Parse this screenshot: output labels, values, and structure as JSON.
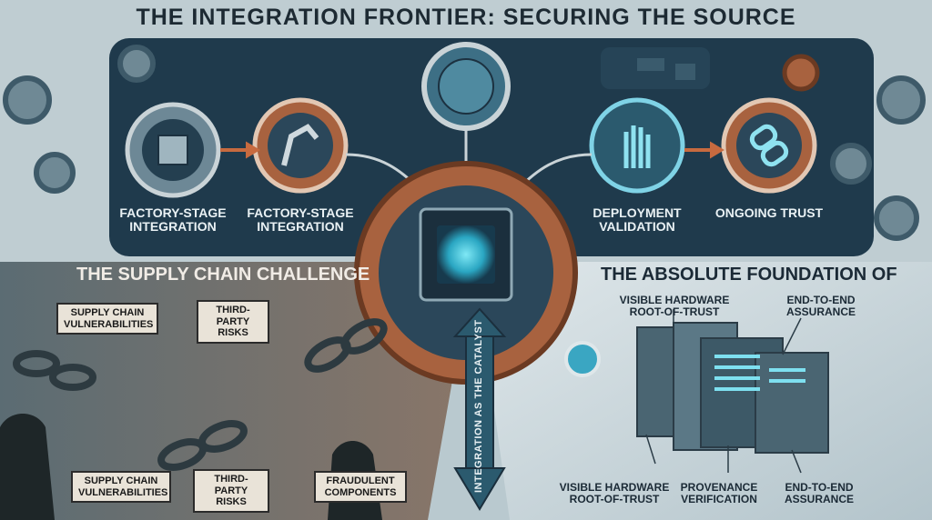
{
  "title": "THE INTEGRATION FRONTIER: SECURING THE SOURCE",
  "top_stages": [
    {
      "label": "FACTORY-STAGE INTEGRATION",
      "icon": "chip-icon"
    },
    {
      "label": "FACTORY-STAGE INTEGRATION",
      "icon": "robot-arm-icon"
    },
    {
      "label": "DEPLOYMENT VALIDATION",
      "icon": "hand-scan-icon"
    },
    {
      "label": "ONGOING TRUST",
      "icon": "chain-link-icon"
    }
  ],
  "center": {
    "icon": "processor-icon",
    "arrow_label": "INTEGRATION AS THE CATALYST"
  },
  "left_section": {
    "title": "THE SUPPLY CHAIN CHALLENGE",
    "callouts_top": [
      "SUPPLY CHAIN VULNERABILITIES",
      "THIRD-PARTY RISKS"
    ],
    "callouts_bottom": [
      "SUPPLY CHAIN VULNERABILITIES",
      "THIRD-PARTY RISKS",
      "FRAUDULENT COMPONENTS"
    ]
  },
  "right_section": {
    "title": "THE ABSOLUTE FOUNDATION OF",
    "labels_top": [
      "VISIBLE HARDWARE ROOT-OF-TRUST",
      "END-TO-END ASSURANCE"
    ],
    "labels_bottom": [
      "VISIBLE HARDWARE ROOT-OF-TRUST",
      "PROVENANCE VERIFICATION",
      "END-TO-END ASSURANCE"
    ]
  },
  "colors": {
    "dark_panel": "#1f3a4c",
    "accent_cyan": "#4fd1e6",
    "rust": "#a8623f",
    "paper": "#e9e3d8"
  }
}
